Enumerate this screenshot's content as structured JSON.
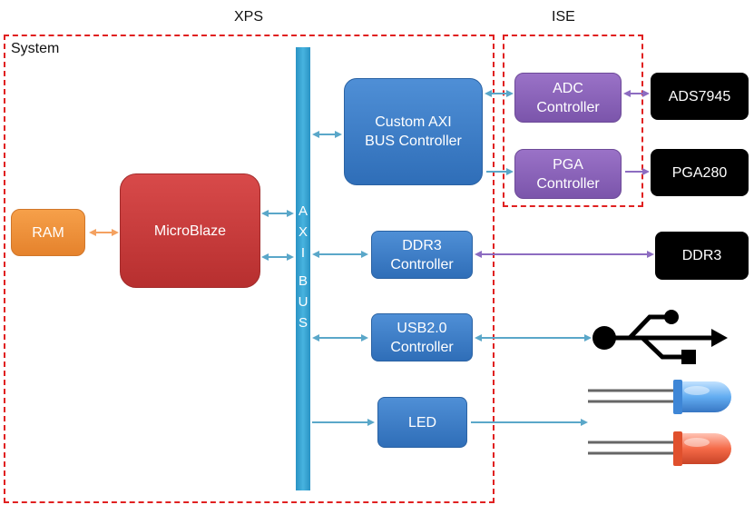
{
  "labels": {
    "xps": "XPS",
    "ise": "ISE",
    "system": "System"
  },
  "bus_letters": [
    "A",
    "X",
    "I",
    "B",
    "U",
    "S"
  ],
  "blocks": {
    "ram": "RAM",
    "microblaze": "MicroBlaze",
    "custom_axi": "Custom AXI\nBUS Controller",
    "adc": "ADC\nController",
    "pga": "PGA\nController",
    "ddr3_ctrl": "DDR3\nController",
    "usb_ctrl": "USB2.0\nController",
    "led": "LED"
  },
  "devices": {
    "ads7945": "ADS7945",
    "pga280": "PGA280",
    "ddr3": "DDR3"
  },
  "icons": [
    "usb-icon",
    "led-blue-icon",
    "led-red-icon"
  ],
  "colors": {
    "frame": "#e02020",
    "bus": "#3aa6d4",
    "arrow_blue": "#5aa7c9",
    "arrow_purple": "#8d6cc1",
    "arrow_orange": "#f4a160"
  }
}
